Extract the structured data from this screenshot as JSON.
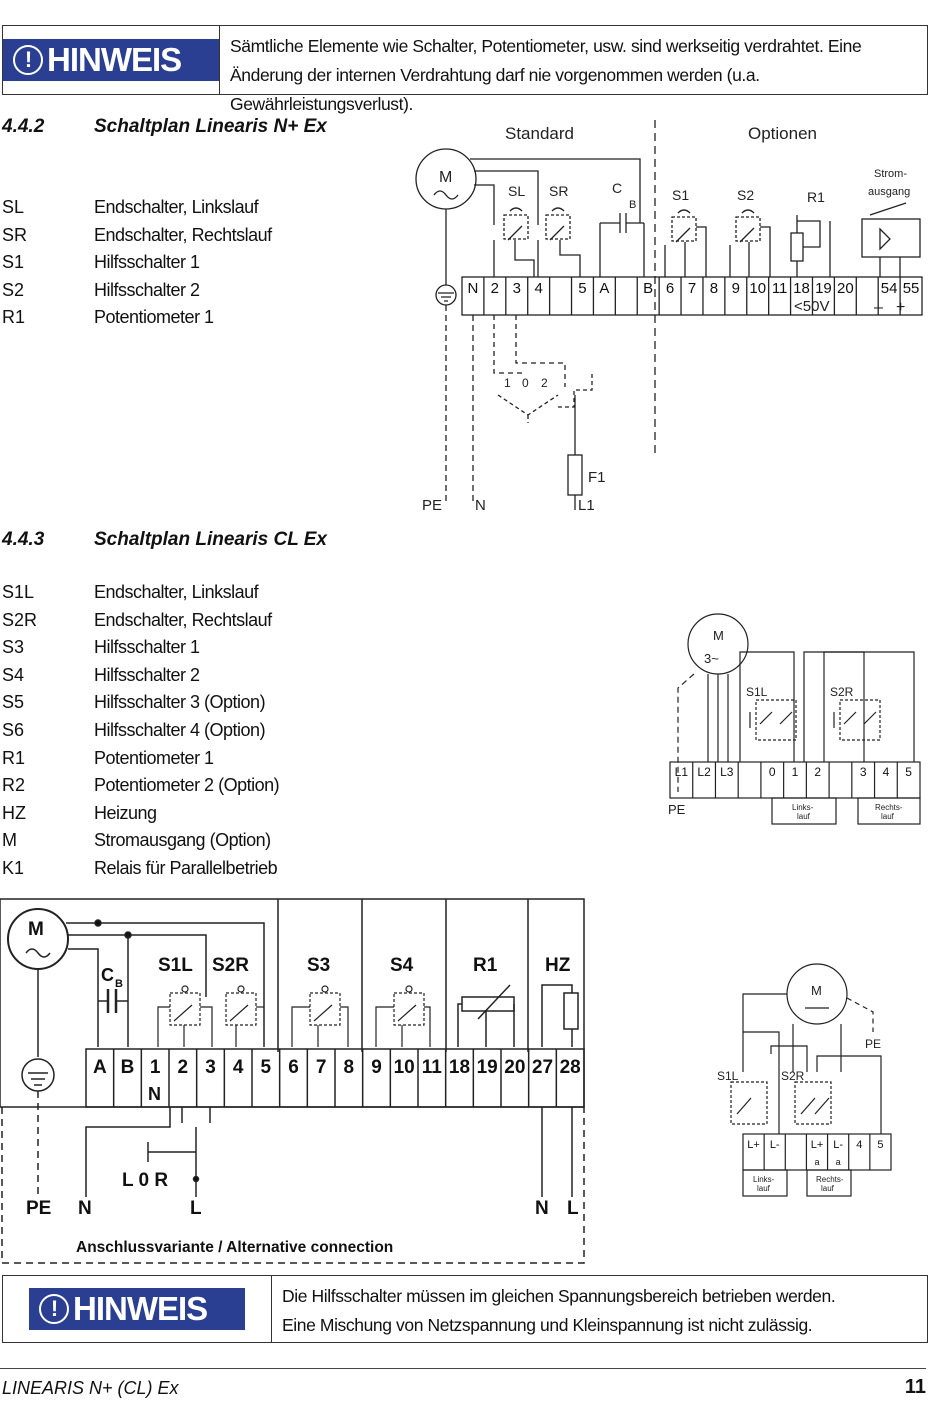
{
  "notice_top": {
    "badge": "HINWEIS",
    "text": "Sämtliche Elemente wie Schalter, Potentiometer, usw. sind werkseitig verdrahtet. Eine Änderung der internen Verdrahtung darf nie vorgenommen werden (u.a. Gewährleistungsverlust)."
  },
  "section1": {
    "number": "4.4.2",
    "title": "Schaltplan Linearis N+ Ex",
    "legend": [
      {
        "code": "SL",
        "desc": "Endschalter, Linkslauf"
      },
      {
        "code": "SR",
        "desc": "Endschalter, Rechtslauf"
      },
      {
        "code": "S1",
        "desc": "Hilfsschalter 1"
      },
      {
        "code": "S2",
        "desc": "Hilfsschalter 2"
      },
      {
        "code": "R1",
        "desc": "Potentiometer 1"
      }
    ],
    "diagram": {
      "standard": "Standard",
      "optionen": "Optionen",
      "motor": "M",
      "sl": "SL",
      "sr": "SR",
      "c": "C",
      "b": "B",
      "s1": "S1",
      "s2": "S2",
      "r1": "R1",
      "strom1": "Strom-",
      "strom2": "ausgang",
      "terminals": [
        "N",
        "2",
        "3",
        "4",
        "",
        "5",
        "A",
        "",
        "B",
        "6",
        "7",
        "8",
        "9",
        "10",
        "11",
        "18",
        "19",
        "20",
        "",
        "54",
        "55"
      ],
      "v50": "<50V",
      "minus": "–",
      "plus": "+",
      "switch_pos": [
        "1",
        "0",
        "2"
      ],
      "f1": "F1",
      "pe": "PE",
      "n": "N",
      "l1": "L1"
    }
  },
  "section2": {
    "number": "4.4.3",
    "title": "Schaltplan Linearis CL Ex",
    "legend": [
      {
        "code": "S1L",
        "desc": "Endschalter, Linkslauf"
      },
      {
        "code": "S2R",
        "desc": "Endschalter, Rechtslauf"
      },
      {
        "code": "S3",
        "desc": "Hilfsschalter 1"
      },
      {
        "code": "S4",
        "desc": "Hilfsschalter 2"
      },
      {
        "code": "S5",
        "desc": "Hilfsschalter 3 (Option)"
      },
      {
        "code": "S6",
        "desc": "Hilfsschalter 4 (Option)"
      },
      {
        "code": "R1",
        "desc": "Potentiometer 1"
      },
      {
        "code": "R2",
        "desc": "Potentiometer 2 (Option)"
      },
      {
        "code": "HZ",
        "desc": "Heizung"
      },
      {
        "code": "M",
        "desc": "Stromausgang (Option)"
      },
      {
        "code": "K1",
        "desc": "Relais für Parallelbetrieb"
      }
    ],
    "diagram_main": {
      "motor": "M",
      "cb": "C",
      "cb_sub": "B",
      "groups": [
        "S1L",
        "S2R",
        "S3",
        "S4",
        "R1",
        "HZ"
      ],
      "terminals": [
        "A",
        "B",
        "1",
        "2",
        "3",
        "4",
        "5",
        "6",
        "7",
        "8",
        "9",
        "10",
        "11",
        "18",
        "19",
        "20",
        "27",
        "28"
      ],
      "n_under_1": "N",
      "lor": "L 0 R",
      "pe": "PE",
      "n": "N",
      "l": "L",
      "n2": "N",
      "l2": "L",
      "alt": "Anschlussvariante / Alternative connection"
    },
    "diagram_3ph": {
      "motor": "M",
      "motor_sub": "3~",
      "s1l": "S1L",
      "s2r": "S2R",
      "terminals": [
        "L1",
        "L2",
        "L3",
        "",
        "0",
        "1",
        "2",
        "",
        "3",
        "4",
        "5"
      ],
      "pe": "PE",
      "links1": "Links-",
      "links2": "lauf",
      "rechts1": "Rechts-",
      "rechts2": "lauf"
    },
    "diagram_dc": {
      "motor": "M",
      "pe": "PE",
      "s1l": "S1L",
      "s2r": "S2R",
      "terminals": [
        "L+",
        "L-",
        "",
        "L+",
        "L-",
        "4",
        "5"
      ],
      "sub": [
        "",
        "",
        "",
        "a",
        "a",
        "",
        ""
      ],
      "links1": "Links-",
      "links2": "lauf",
      "rechts1": "Rechts-",
      "rechts2": "lauf"
    }
  },
  "notice_bottom": {
    "badge": "HINWEIS",
    "line1": "Die Hilfsschalter müssen im gleichen Spannungsbereich betrieben werden.",
    "line2": "Eine Mischung von Netzspannung und Kleinspannung ist nicht zulässig."
  },
  "footer": {
    "product": "LINEARIS N+ (CL) Ex",
    "page": "11"
  }
}
